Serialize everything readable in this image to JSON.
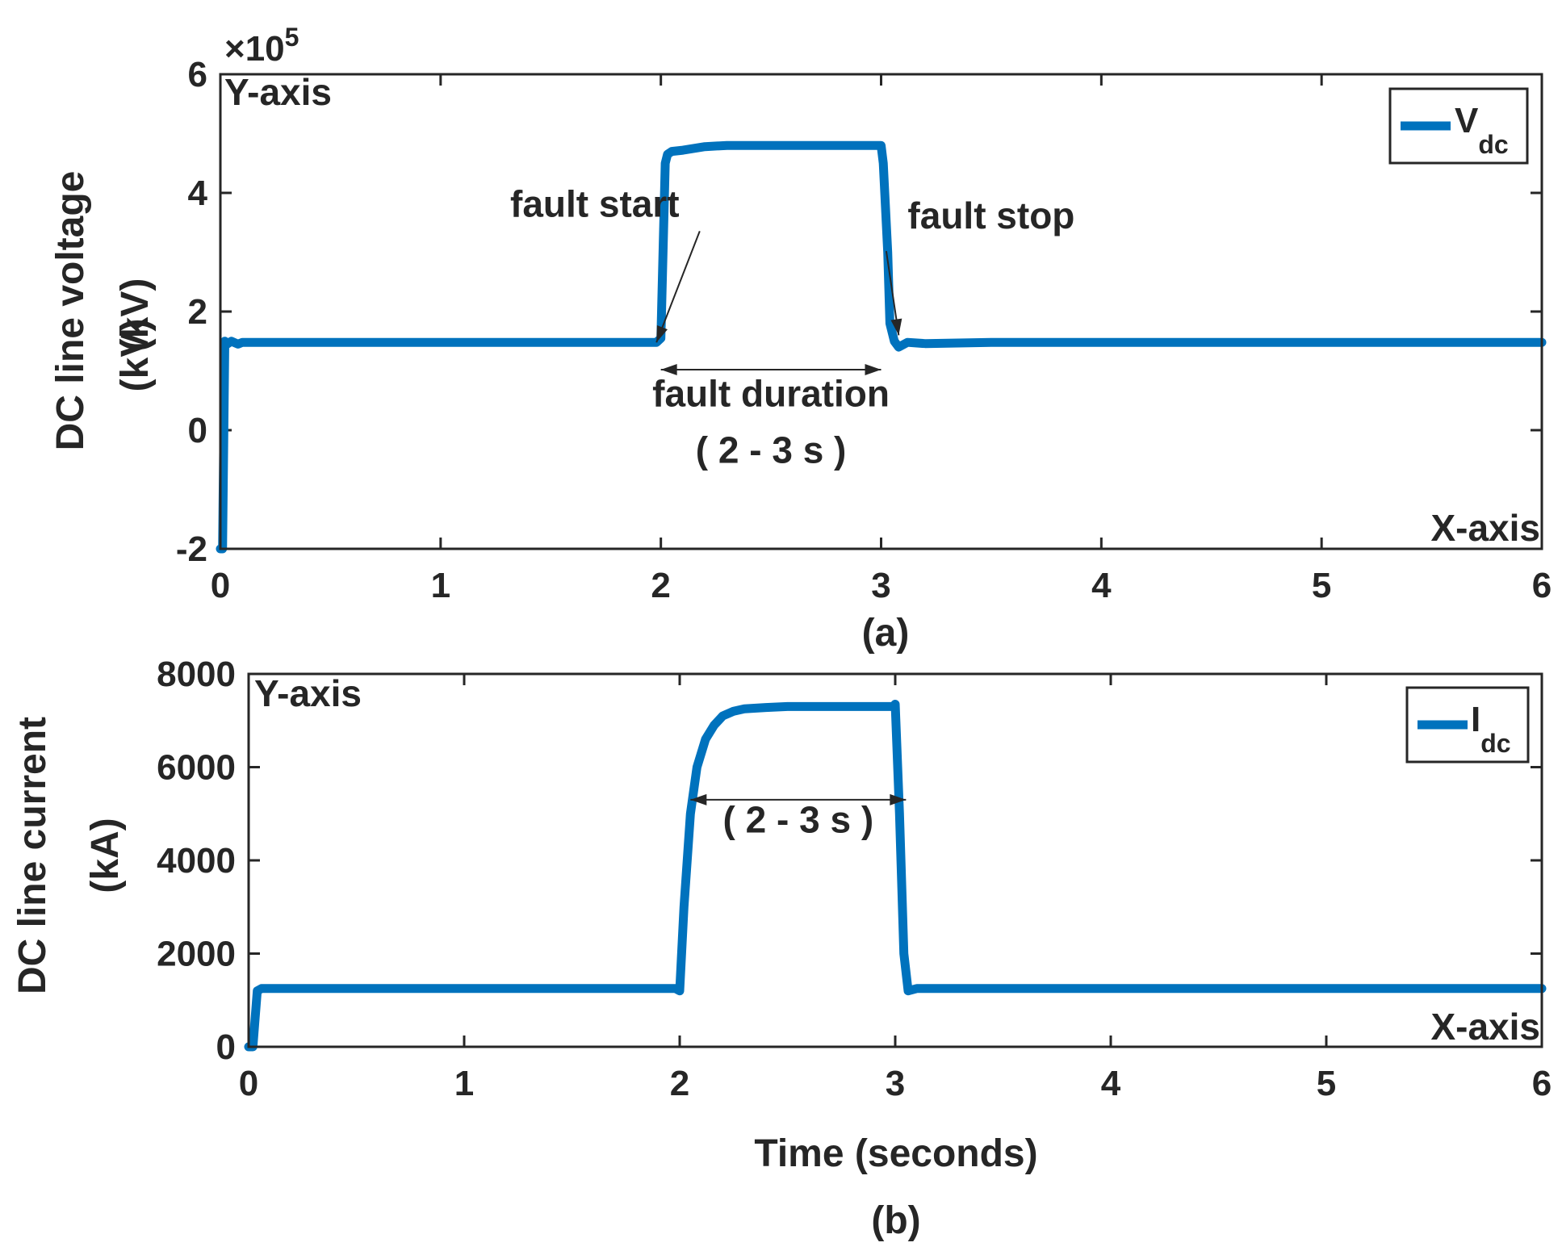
{
  "chart_data": [
    {
      "type": "line",
      "panel_label": "(a)",
      "xlabel": "",
      "ylabel": "DC line voltage",
      "ylabel_overlap_text": "(kV)",
      "ylabel_unit": "(kV)",
      "y_exponent_base": "×10",
      "y_exponent_power": "5",
      "corner_y": "Y-axis",
      "corner_x": "X-axis",
      "xlim": [
        0,
        6
      ],
      "ylim": [
        -200000,
        600000
      ],
      "xticks": [
        0,
        1,
        2,
        3,
        4,
        5,
        6
      ],
      "xtick_labels": [
        "0",
        "1",
        "2",
        "3",
        "4",
        "5",
        "6"
      ],
      "yticks": [
        -200000,
        0,
        200000,
        400000,
        600000
      ],
      "ytick_labels": [
        "-2",
        "0",
        "2",
        "4",
        "6"
      ],
      "grid": false,
      "legend_position": "top-right",
      "series": [
        {
          "name": "V",
          "name_sub": "dc",
          "color": "#0072BD",
          "x": [
            0,
            0.01,
            0.02,
            0.03,
            0.05,
            0.08,
            0.1,
            0.5,
            1.0,
            1.5,
            1.98,
            2.0,
            2.02,
            2.03,
            2.05,
            2.1,
            2.2,
            2.3,
            2.5,
            2.8,
            3.0,
            3.01,
            3.03,
            3.04,
            3.06,
            3.08,
            3.12,
            3.2,
            3.5,
            4.0,
            5.0,
            6.0
          ],
          "y": [
            -200000,
            -200000,
            150000,
            145000,
            150000,
            145000,
            148000,
            148000,
            148000,
            148000,
            148000,
            155000,
            450000,
            465000,
            470000,
            472000,
            478000,
            480000,
            480000,
            480000,
            480000,
            450000,
            300000,
            180000,
            150000,
            140000,
            148000,
            146000,
            148000,
            148000,
            148000,
            148000
          ]
        }
      ],
      "annotations": [
        {
          "text": "fault start",
          "x": 1.7,
          "y": 360000,
          "points_to": [
            1.98,
            148000
          ]
        },
        {
          "text": "fault stop",
          "x": 3.5,
          "y": 340000,
          "points_to": [
            3.08,
            160000
          ]
        },
        {
          "text": "fault duration",
          "x": 2.5,
          "y": 40000,
          "span": [
            2.0,
            3.0
          ],
          "span_y": 102000
        },
        {
          "text": "( 2 - 3 s )",
          "x": 2.5,
          "y": -55000
        }
      ]
    },
    {
      "type": "line",
      "panel_label": "(b)",
      "xlabel": "Time (seconds)",
      "ylabel": "DC line current",
      "ylabel_unit": "(kA)",
      "corner_y": "Y-axis",
      "corner_x": "X-axis",
      "xlim": [
        0,
        6
      ],
      "ylim": [
        0,
        8000
      ],
      "xticks": [
        0,
        1,
        2,
        3,
        4,
        5,
        6
      ],
      "xtick_labels": [
        "0",
        "1",
        "2",
        "3",
        "4",
        "5",
        "6"
      ],
      "yticks": [
        0,
        2000,
        4000,
        6000,
        8000
      ],
      "ytick_labels": [
        "0",
        "2000",
        "4000",
        "6000",
        "8000"
      ],
      "grid": false,
      "legend_position": "top-right",
      "series": [
        {
          "name": "I",
          "name_sub": "dc",
          "color": "#0072BD",
          "x": [
            0,
            0.02,
            0.04,
            0.06,
            0.1,
            0.5,
            1.0,
            1.5,
            1.98,
            2.0,
            2.02,
            2.05,
            2.08,
            2.12,
            2.16,
            2.2,
            2.25,
            2.3,
            2.4,
            2.5,
            2.7,
            2.9,
            2.99,
            3.0,
            3.02,
            3.04,
            3.06,
            3.1,
            3.2,
            3.5,
            4.0,
            5.0,
            6.0
          ],
          "y": [
            0,
            0,
            1200,
            1250,
            1250,
            1250,
            1250,
            1250,
            1250,
            1200,
            3000,
            5000,
            6000,
            6600,
            6900,
            7100,
            7200,
            7250,
            7280,
            7300,
            7300,
            7300,
            7300,
            7350,
            5000,
            2000,
            1200,
            1250,
            1250,
            1250,
            1250,
            1250,
            1250
          ]
        }
      ],
      "annotations": [
        {
          "text": "( 2 - 3 s )",
          "x": 2.55,
          "y": 4600,
          "span": [
            2.05,
            3.05
          ],
          "span_y": 5300
        }
      ]
    }
  ]
}
